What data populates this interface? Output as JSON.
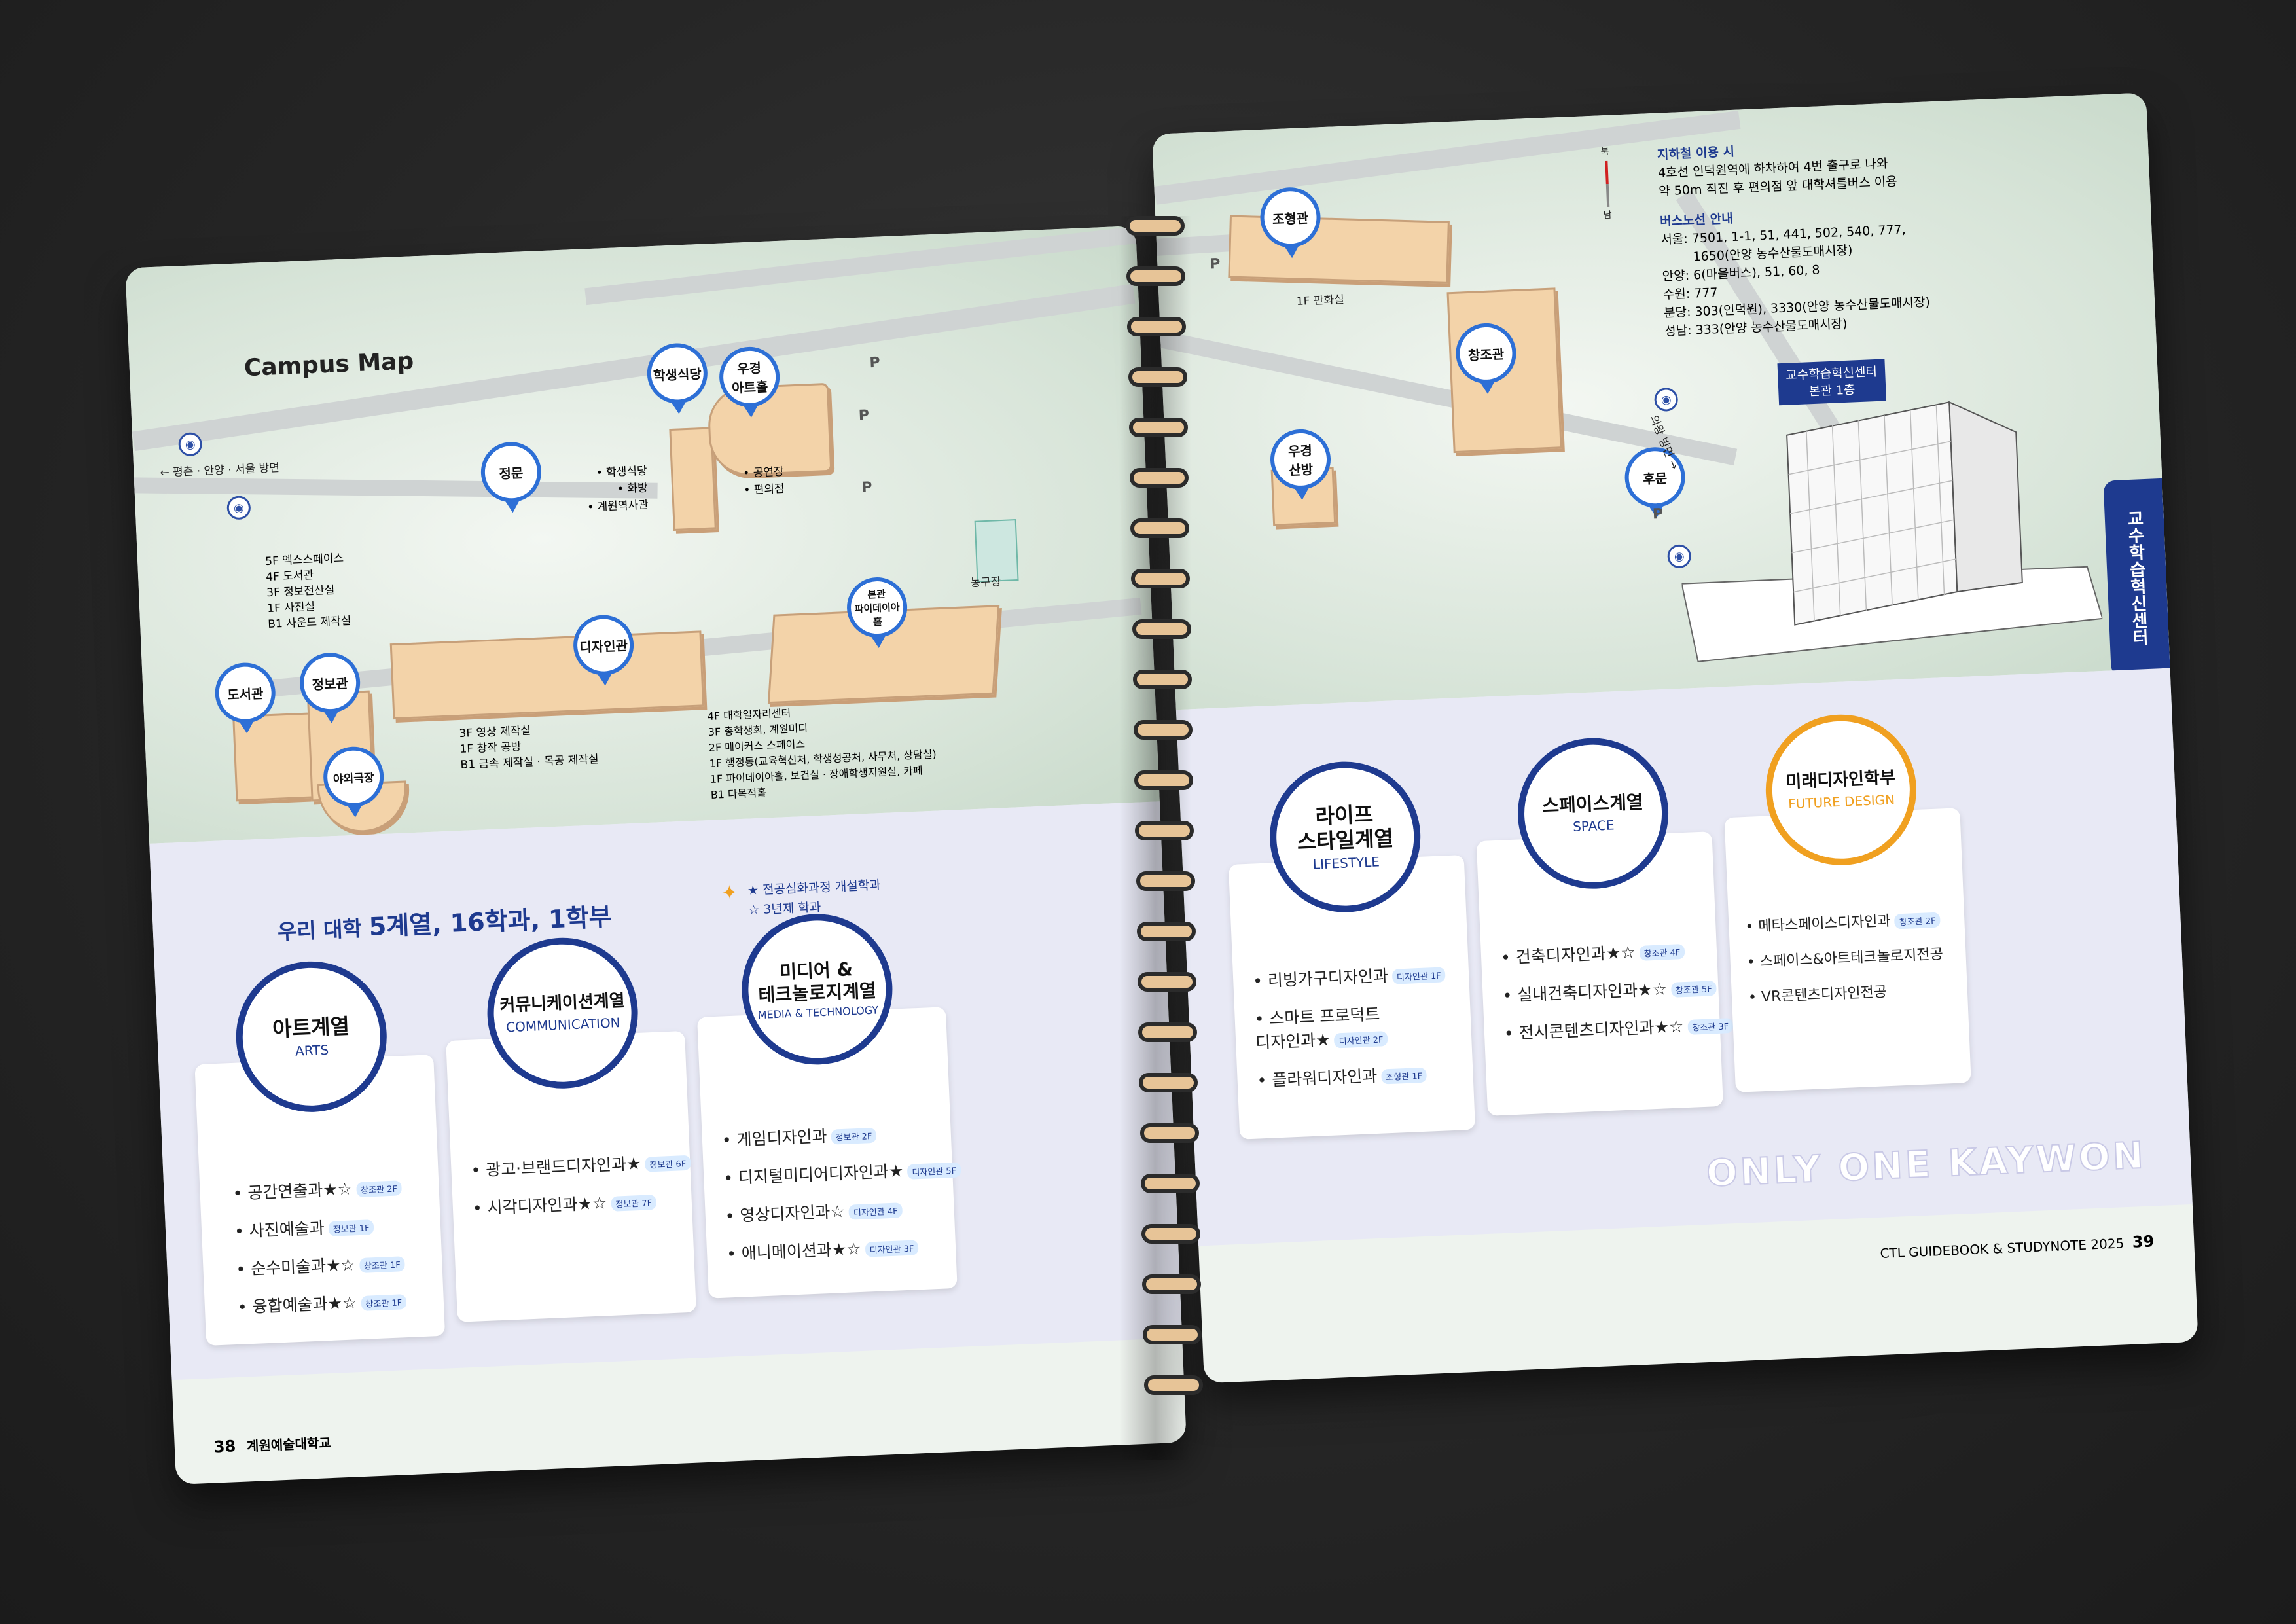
{
  "map": {
    "title": "Campus Map",
    "direction_west": "← 평촌 · 안양 · 서울 방면",
    "direction_east": "의왕 방면 →",
    "compass_n": "북",
    "compass_s": "남",
    "pins": [
      {
        "id": "jeongmun",
        "label": "정문"
      },
      {
        "id": "haksaeng",
        "label": "학생식당"
      },
      {
        "id": "ugyeong_art",
        "label": "우경\n아트홀"
      },
      {
        "id": "library",
        "label": "도서관"
      },
      {
        "id": "jeongbo",
        "label": "정보관"
      },
      {
        "id": "design",
        "label": "디자인관"
      },
      {
        "id": "bongwan",
        "label": "본관\n파이데이아홀"
      },
      {
        "id": "outdoor",
        "label": "야외극장"
      },
      {
        "id": "johyung",
        "label": "조형관"
      },
      {
        "id": "changjo",
        "label": "창조관"
      },
      {
        "id": "ugyeong_sanbang",
        "label": "우경\n산방"
      },
      {
        "id": "humun",
        "label": "후문"
      }
    ],
    "parking": "P",
    "basketball": "농구장",
    "student_bldg_notes": [
      "• 학생식당",
      "• 화방",
      "• 계원역사관"
    ],
    "art_hall_notes": [
      "• 공연장",
      "• 편의점"
    ],
    "library_floors": [
      "5F 엑스스페이스",
      "4F 도서관",
      "3F 정보전산실",
      "1F 사진실",
      "B1 사운드 제작실"
    ],
    "design_floors": [
      "3F 영상 제작실",
      "1F 창작 공방",
      "B1 금속 제작실 · 목공 제작실"
    ],
    "main_floors": [
      "4F 대학일자리센터",
      "3F 총학생회, 계원미디",
      "2F 메이커스 스페이스",
      "1F 행정동(교육혁신처, 학생성공처, 사무처, 상담실)",
      "1F 파이데이아홀, 보건실 · 장애학생지원실, 카페",
      "B1 다목적홀"
    ],
    "johyung_note": "1F 판화실"
  },
  "transit": {
    "subway_title": "지하철 이용 시",
    "subway_text": [
      "4호선 인덕원역에 하차하여 4번 출구로 나와",
      "약 50m 직진 후 편의점 앞 대학셔틀버스 이용"
    ],
    "bus_title": "버스노선 안내",
    "bus_lines": [
      "서울: 7501, 1-1, 51, 441, 502, 540, 777,",
      "1650(안양 농수산물도매시장)",
      "안양: 6(마을버스), 51, 60, 8",
      "수원: 777",
      "분당: 303(인덕원), 3330(안양 농수산물도매시장)",
      "성남: 333(안양 농수산물도매시장)"
    ]
  },
  "center": {
    "callout": [
      "교수학습혁신센터",
      "본관 1층"
    ],
    "side_tab": "교수학습혁신센터"
  },
  "departments": {
    "heading_a": "우리 대학 ",
    "heading_b": "5계열, 16학과, 1학부",
    "legend_1": "★ 전공심화과정 개설학과",
    "legend_2": "☆ 3년제 학과",
    "groups_left": [
      {
        "ko": "아트계열",
        "en": "ARTS",
        "items": [
          {
            "name": "공간연출과★☆",
            "tag": "창조관 2F"
          },
          {
            "name": "사진예술과",
            "tag": "정보관 1F"
          },
          {
            "name": "순수미술과★☆",
            "tag": "창조관 1F"
          },
          {
            "name": "융합예술과★☆",
            "tag": "창조관 1F"
          }
        ]
      },
      {
        "ko": "커뮤니케이션계열",
        "en": "COMMUNICATION",
        "items": [
          {
            "name": "광고·브랜드디자인과★",
            "tag": "정보관 6F"
          },
          {
            "name": "시각디자인과★☆",
            "tag": "정보관 7F"
          }
        ]
      },
      {
        "ko": "미디어 &\n테크놀로지계열",
        "en": "MEDIA & TECHNOLOGY",
        "items": [
          {
            "name": "게임디자인과",
            "tag": "정보관 2F"
          },
          {
            "name": "디지털미디어디자인과★",
            "tag": "디자인관 5F"
          },
          {
            "name": "영상디자인과☆",
            "tag": "디자인관 4F"
          },
          {
            "name": "애니메이션과★☆",
            "tag": "디자인관 3F"
          }
        ]
      }
    ],
    "groups_right": [
      {
        "ko": "라이프\n스타일계열",
        "en": "LIFESTYLE",
        "items": [
          {
            "name": "리빙가구디자인과",
            "tag": "디자인관 1F"
          },
          {
            "name": "스마트 프로덕트\n디자인과★",
            "tag": "디자인관 2F"
          },
          {
            "name": "플라워디자인과",
            "tag": "조형관 1F"
          }
        ]
      },
      {
        "ko": "스페이스계열",
        "en": "SPACE",
        "items": [
          {
            "name": "건축디자인과★☆",
            "tag": "창조관 4F"
          },
          {
            "name": "실내건축디자인과★☆",
            "tag": "창조관 5F"
          },
          {
            "name": "전시콘텐츠디자인과★☆",
            "tag": "창조관 3F"
          }
        ]
      },
      {
        "ko": "미래디자인학부",
        "en": "FUTURE DESIGN",
        "items": [
          {
            "name": "메타스페이스디자인과",
            "tag": "창조관 2F"
          },
          {
            "name": "스페이스&아트테크놀로지전공",
            "tag": ""
          },
          {
            "name": "VR콘텐츠디자인전공",
            "tag": ""
          }
        ]
      }
    ]
  },
  "footer": {
    "left_page": "38",
    "left_name": "계원예술대학교",
    "right_title": "CTL GUIDEBOOK & STUDYNOTE 2025",
    "right_page": "39",
    "slogan": "ONLY ONE KAYWON"
  },
  "colors": {
    "navy": "#1e3a8f",
    "orange": "#f0a020",
    "building": "#f3d3a9",
    "map_bg": "#e3ece4"
  }
}
